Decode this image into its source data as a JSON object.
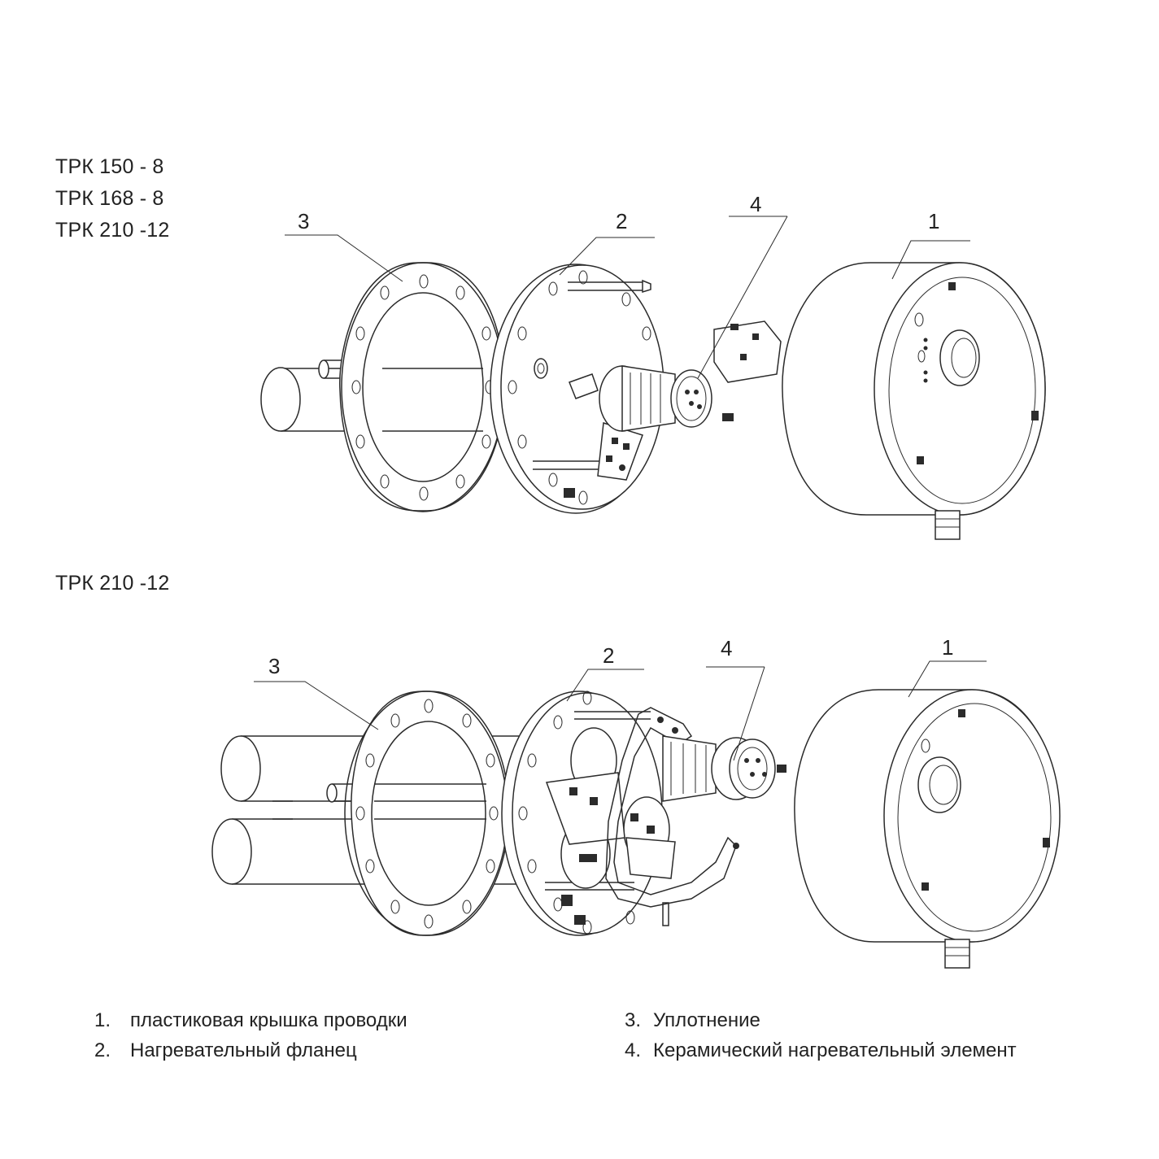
{
  "models_top": [
    "ТРК 150 - 8",
    "ТРК 168 - 8",
    "ТРК 210 -12"
  ],
  "model_bottom": "ТРК 210 -12",
  "callouts": {
    "top": [
      "3",
      "2",
      "4",
      "1"
    ],
    "bottom": [
      "3",
      "2",
      "4",
      "1"
    ]
  },
  "legend": [
    {
      "num": "1.",
      "text": "пластиковая крышка проводки"
    },
    {
      "num": "2.",
      "text": "Нагревательный фланец"
    },
    {
      "num": "3.",
      "text": "Уплотнение"
    },
    {
      "num": "4.",
      "text": "Керамический нагревательный элемент"
    }
  ]
}
